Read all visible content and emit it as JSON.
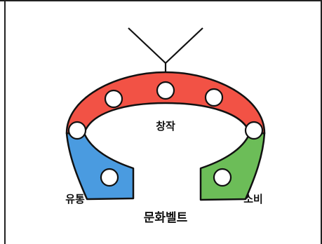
{
  "diagram": {
    "labels": {
      "top": "창작",
      "left": "유통",
      "right": "소비",
      "bottom": "문화벨트"
    },
    "colors": {
      "creation_band": "#f25245",
      "distribution_band": "#4a9be0",
      "consumption_band": "#6cbd58",
      "outline": "#111111",
      "node_fill": "#ffffff"
    },
    "icons": [
      "antenna-icon"
    ]
  }
}
